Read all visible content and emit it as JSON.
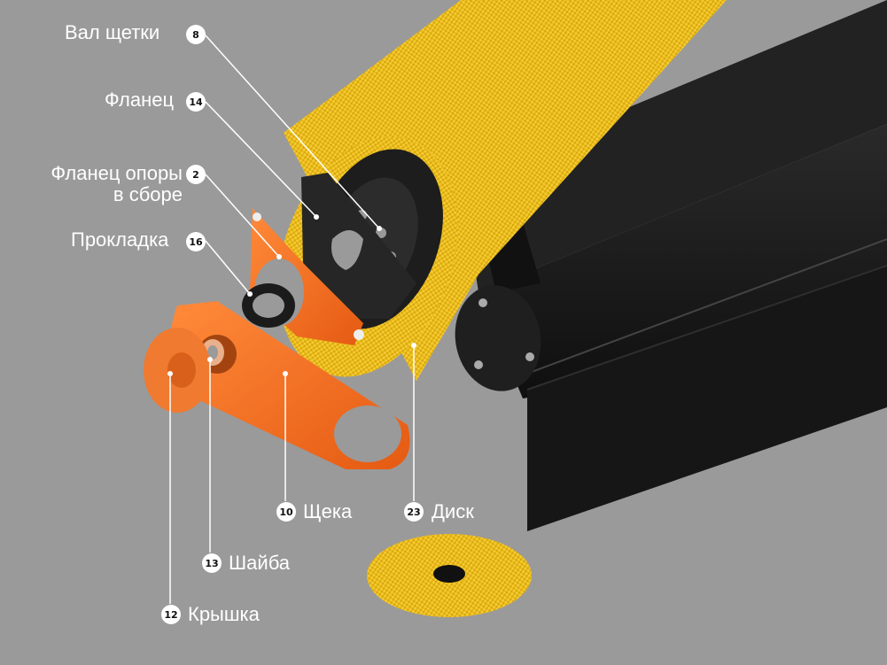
{
  "colors": {
    "background": "#9a9a9a",
    "bristle": "#f1c21b",
    "bristle_dark": "#c99a0c",
    "orange_part": "#f26d21",
    "steel_dark": "#1c1c1c",
    "label_text": "#ffffff"
  },
  "callouts": [
    {
      "number": "8",
      "label": "Вал щетки"
    },
    {
      "number": "14",
      "label": "Фланец"
    },
    {
      "number": "2",
      "label_line1": "Фланец опоры",
      "label_line2": "в сборе"
    },
    {
      "number": "16",
      "label": "Прокладка"
    },
    {
      "number": "10",
      "label": "Щека"
    },
    {
      "number": "23",
      "label": "Диск"
    },
    {
      "number": "13",
      "label": "Шайба"
    },
    {
      "number": "12",
      "label": "Крышка"
    }
  ]
}
